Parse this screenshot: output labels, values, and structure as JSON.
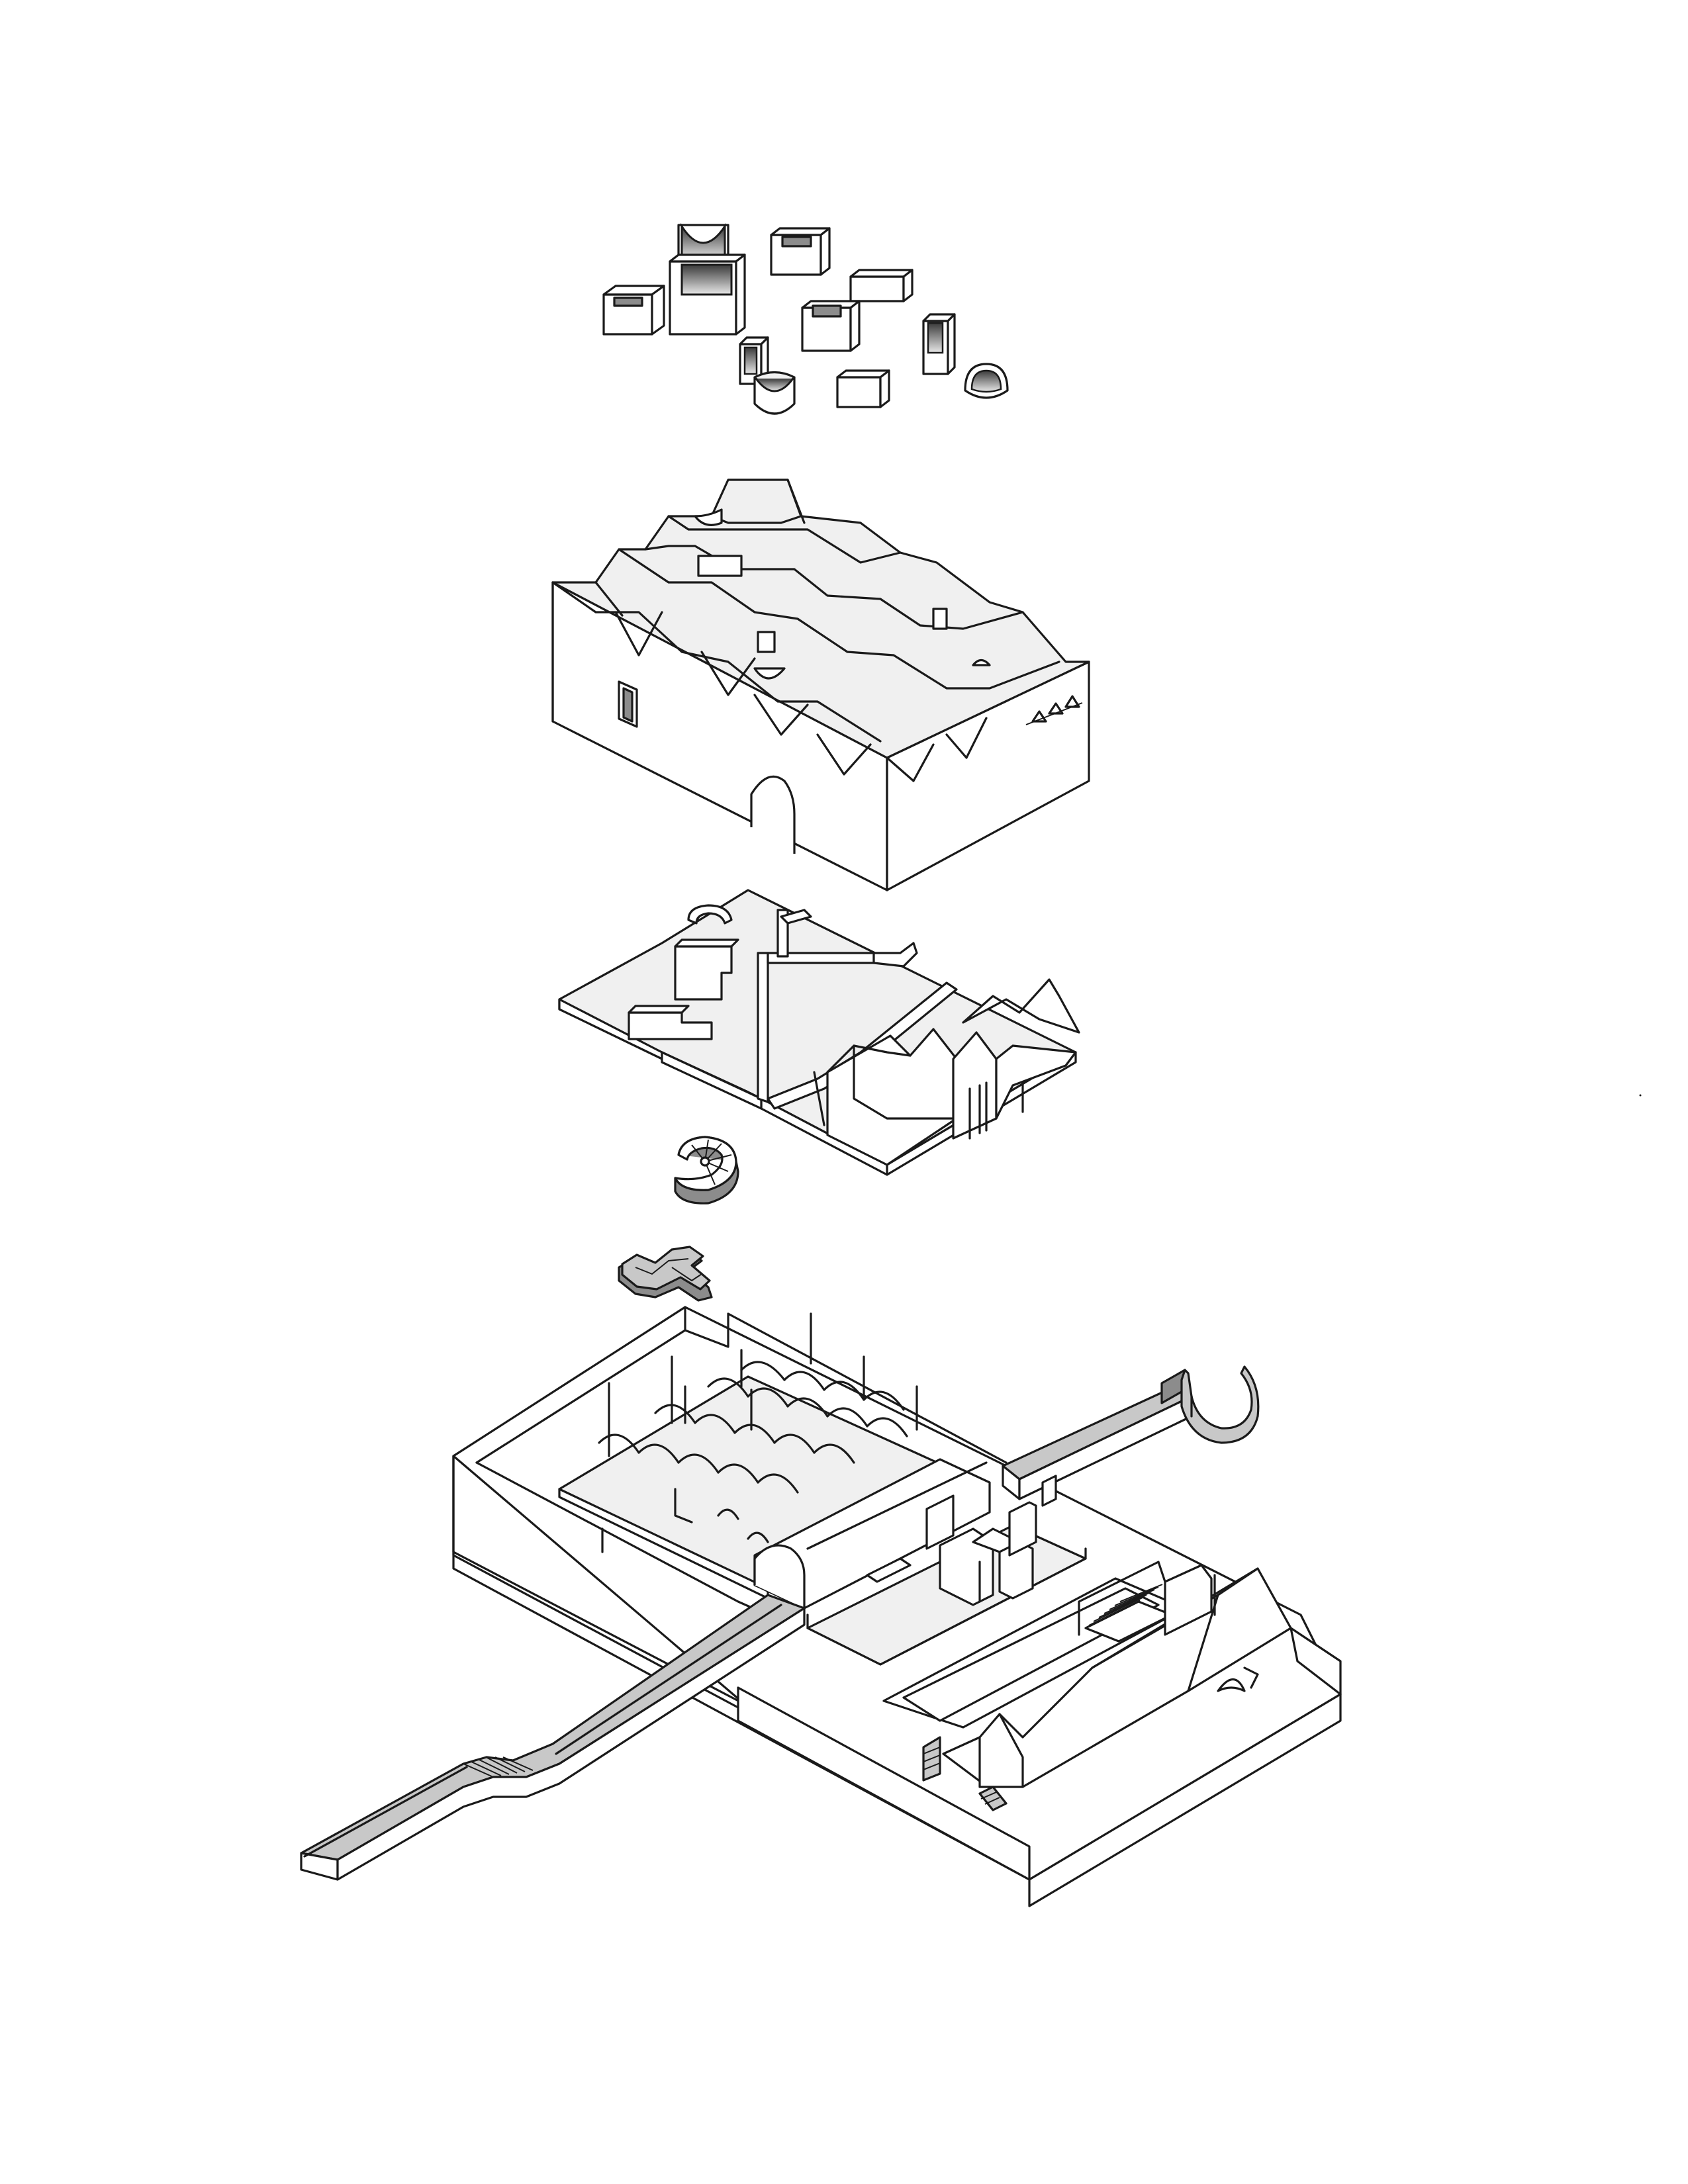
{
  "diagram": {
    "type": "exploded-axonometric",
    "style": "line-drawing",
    "colors": {
      "line": "#1a1a1a",
      "background": "#ffffff",
      "fill_light": "#f0f0f0",
      "fill_mid": "#c8c8c8",
      "fill_dark": "#8c8c8c"
    },
    "layers": [
      {
        "id": "roof-volumes",
        "count": 11
      },
      {
        "id": "sawtooth-roof-block"
      },
      {
        "id": "upper-floor-walls"
      },
      {
        "id": "spiral-stair"
      },
      {
        "id": "stair-fragment"
      },
      {
        "id": "ground-level"
      }
    ]
  }
}
